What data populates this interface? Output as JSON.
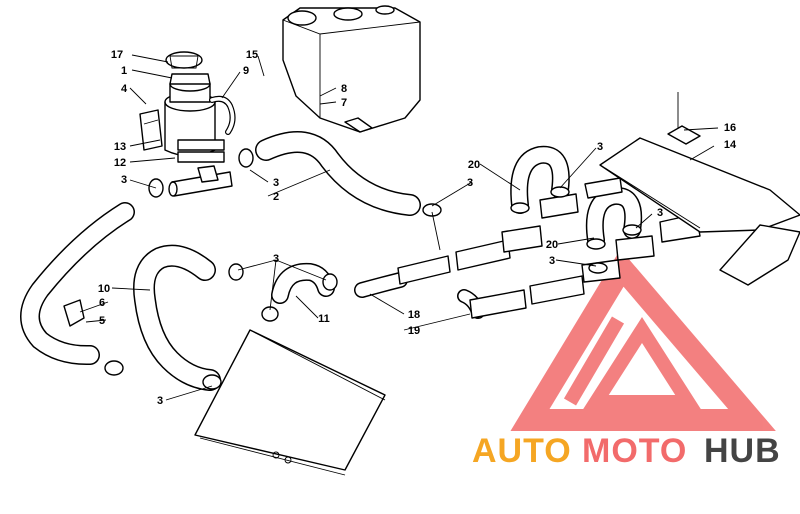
{
  "callouts": {
    "c1": "1",
    "c2": "2",
    "c3": "3",
    "c4": "4",
    "c5": "5",
    "c6": "6",
    "c7": "7",
    "c8": "8",
    "c9": "9",
    "c10": "10",
    "c11": "11",
    "c12": "12",
    "c13": "13",
    "c14": "14",
    "c15": "15",
    "c16": "16",
    "c17": "17",
    "c18": "18",
    "c19": "19",
    "c20": "20"
  },
  "watermark": {
    "word_a": "AUTO",
    "word_b": "MOTO",
    "word_c": "HUB",
    "color_a": "#f5a623",
    "color_b": "#f26b6b",
    "color_c": "#444444",
    "logo_color": "#f26b6b"
  }
}
